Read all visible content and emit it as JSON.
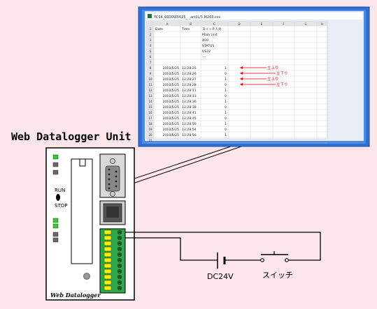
{
  "device": {
    "title": "Web Datalogger Unit",
    "run_label": "RUN",
    "stop_label": "STOP",
    "brand_label": "Web Datalogger"
  },
  "circuit": {
    "power_label": "DC24V",
    "switch_label": "スイッチ"
  },
  "spreadsheet": {
    "title": "YCS4_0300W5625_ _art0L/5.M203.csv",
    "columns": [
      "A",
      "B",
      "C",
      "D",
      "E",
      "F",
      "G",
      "H"
    ],
    "header_cells": {
      "A": "Date",
      "B": "Time",
      "C": "スイッチ入力"
    },
    "meta_rows": [
      "Main Unit",
      "X00",
      "STATUS",
      "US32",
      "---"
    ],
    "rows": [
      {
        "date": "2010/5/25",
        "time": "13:28:25",
        "value": "1"
      },
      {
        "date": "2010/5/25",
        "time": "13:28:26",
        "value": "0"
      },
      {
        "date": "2010/5/25",
        "time": "13:28:27",
        "value": "1"
      },
      {
        "date": "2010/5/25",
        "time": "13:28:28",
        "value": "0"
      },
      {
        "date": "2010/5/25",
        "time": "13:28:31",
        "value": "1"
      },
      {
        "date": "2010/5/25",
        "time": "13:28:33",
        "value": "0"
      },
      {
        "date": "2010/5/25",
        "time": "13:28:36",
        "value": "1"
      },
      {
        "date": "2010/5/25",
        "time": "13:28:38",
        "value": "0"
      },
      {
        "date": "2010/5/25",
        "time": "13:28:41",
        "value": "1"
      },
      {
        "date": "2010/5/25",
        "time": "13:28:45",
        "value": "0"
      },
      {
        "date": "2010/5/25",
        "time": "13:28:50",
        "value": "1"
      },
      {
        "date": "2010/5/25",
        "time": "13:28:54",
        "value": "0"
      },
      {
        "date": "2010/5/25",
        "time": "13:28:56",
        "value": "1"
      }
    ],
    "annotations": [
      "立上り",
      "立下り",
      "立上り",
      "立下り"
    ]
  }
}
